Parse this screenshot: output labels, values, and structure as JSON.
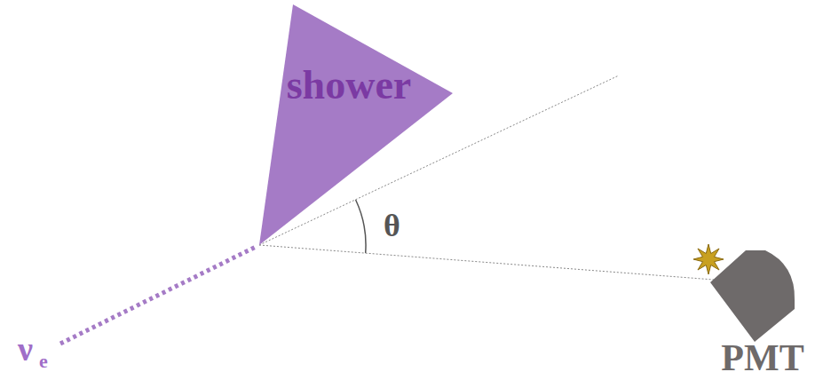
{
  "diagram": {
    "nodes": [
      {
        "text": [
          "shower"
        ]
      },
      {
        "text": [
          "PMT"
        ]
      }
    ],
    "edges": [
      {
        "from": 0,
        "to": 1,
        "arrow": "none"
      }
    ],
    "labels": [
      "θ",
      "ν",
      "e"
    ]
  }
}
